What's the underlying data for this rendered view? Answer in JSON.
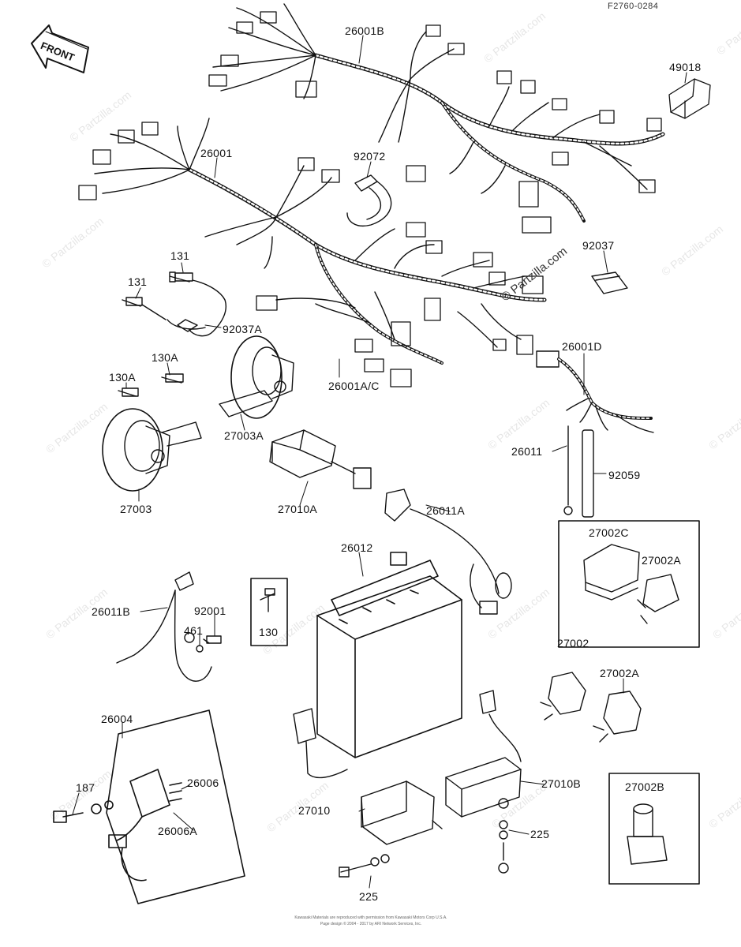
{
  "diagram": {
    "code": "F2760-0284",
    "front_label": "FRONT",
    "watermark_main": "© Partzilla.com",
    "watermark_faint": "© Partzilla.com",
    "footer_lines": [
      "Kawasaki Materials are reproduced with permission from Kawasaki Motors Corp U.S.A.",
      "Page design © 2004 - 2017 by ARI Network Services, Inc."
    ],
    "callouts": {
      "c26001B": "26001B",
      "c49018": "49018",
      "c26001": "26001",
      "c92072": "92072",
      "c92037": "92037",
      "c131a": "131",
      "c131b": "131",
      "c92037A": "92037A",
      "c130Aa": "130A",
      "c130Ab": "130A",
      "c26001D": "26001D",
      "c26001AC": "26001A/C",
      "c27003A": "27003A",
      "c26011": "26011",
      "c92059": "92059",
      "c27003": "27003",
      "c27010A": "27010A",
      "c26011A": "26011A",
      "c27002C": "27002C",
      "c27002Aa": "27002A",
      "c26012": "26012",
      "c26011B": "26011B",
      "c92001": "92001",
      "c461": "461",
      "c130": "130",
      "c27002": "27002",
      "c27002Ab": "27002A",
      "c26004": "26004",
      "c26006": "26006",
      "c187": "187",
      "c26006A": "26006A",
      "c27010": "27010",
      "c27010B": "27010B",
      "c225a": "225",
      "c225b": "225",
      "c27002B": "27002B"
    }
  }
}
